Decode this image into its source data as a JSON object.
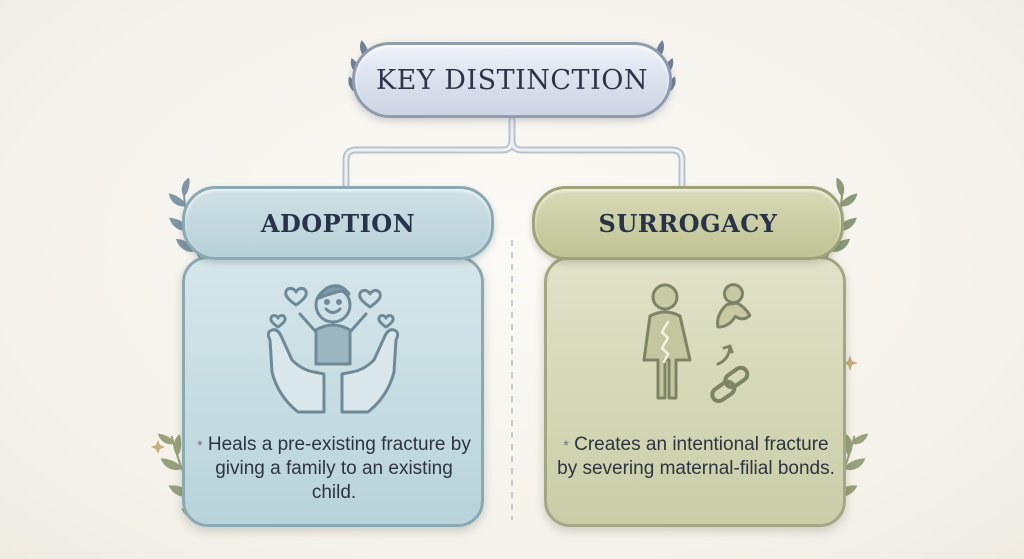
{
  "title": "KEY DISTINCTION",
  "left": {
    "heading": "ADOPTION",
    "bullet": "*",
    "description": "Heals a pre-existing fracture by giving a family to an existing child.",
    "icon": "hands-holding-child-icon"
  },
  "right": {
    "heading": "SURROGACY",
    "bullet": "*",
    "description": "Creates an intentional fracture by severing maternal-filial bonds.",
    "icon": "woman-baby-chain-icon"
  },
  "colors": {
    "adoption_panel": "#c4dbe1",
    "surrogacy_panel": "#d3d6b4",
    "title_pill": "#d9e0ec",
    "text": "#2c3448"
  }
}
